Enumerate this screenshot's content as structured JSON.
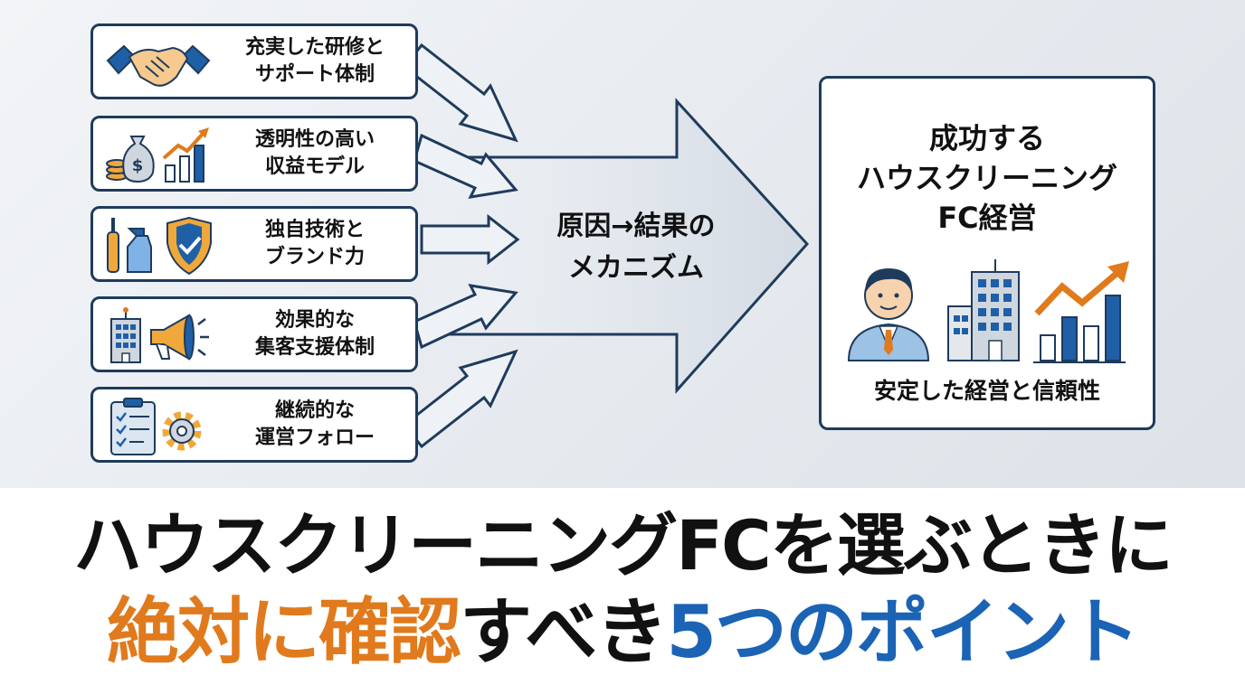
{
  "causes": [
    {
      "line1": "充実した研修と",
      "line2": "サポート体制",
      "icon": "handshake-icon"
    },
    {
      "line1": "透明性の高い",
      "line2": "収益モデル",
      "icon": "money-bag-growth-chart-icon"
    },
    {
      "line1": "独自技術と",
      "line2": "ブランド力",
      "icon": "cleaning-tools-shield-icon"
    },
    {
      "line1": "効果的な",
      "line2": "集客支援体制",
      "icon": "building-megaphone-icon"
    },
    {
      "line1": "継続的な",
      "line2": "運営フォロー",
      "icon": "checklist-gear-icon"
    }
  ],
  "mechanism": {
    "line1": "原因→結果の",
    "line2": "メカニズム"
  },
  "result": {
    "title_line1": "成功する",
    "title_line2": "ハウスクリーニング",
    "title_line3": "FC経営",
    "caption": "安定した経営と信頼性",
    "icons": [
      "businessman-icon",
      "office-building-icon",
      "growth-chart-icon"
    ]
  },
  "headline": {
    "line1": "ハウスクリーニングFCを選ぶときに",
    "line2_part1": "絶対に確認",
    "line2_part2": "すべき",
    "line2_part3": "5つのポイント"
  },
  "colors": {
    "navy": "#1f3b5c",
    "orange": "#e07a1d",
    "blue": "#1a63b5"
  }
}
